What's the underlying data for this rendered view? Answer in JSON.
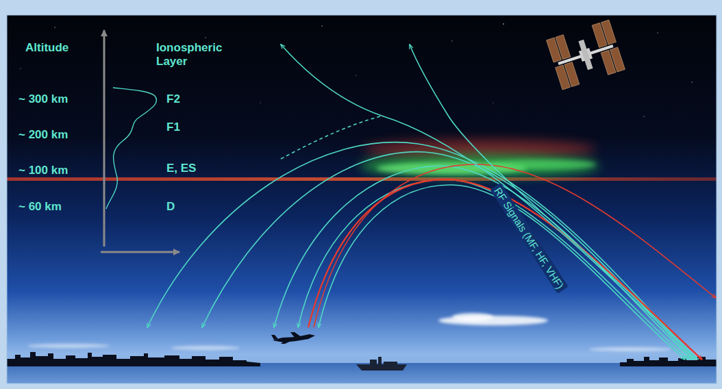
{
  "diagram": {
    "labels": [
      "Altitude",
      "Ionospheric Layer",
      "~ 300 km",
      "~ 200 km",
      "~ 100 km",
      "~ 60 km",
      "F2",
      "F1",
      "E, ES",
      "D",
      "RF Signals (MF, HF, VHF)"
    ]
  }
}
